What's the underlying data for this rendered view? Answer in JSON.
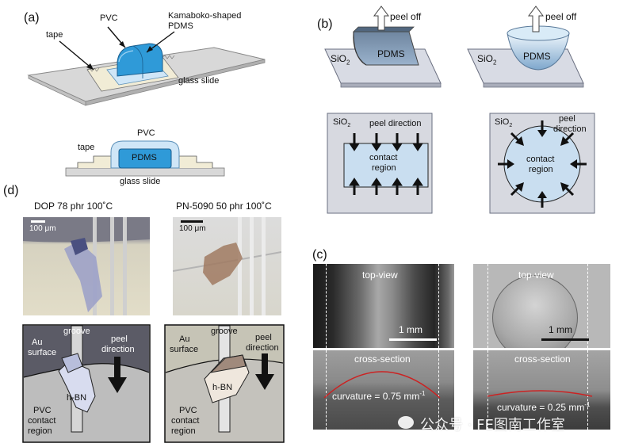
{
  "panel_a": {
    "label": "(a)",
    "pvc": "PVC",
    "kamaboko_line1": "Kamaboko-shaped",
    "kamaboko_line2": "PDMS",
    "tape": "tape",
    "glass_slide": "glass slide",
    "cross_pvc": "PVC",
    "cross_tape": "tape",
    "cross_pdms": "PDMS",
    "cross_glass": "glass slide"
  },
  "panel_b": {
    "label": "(b)",
    "peel_off_left": "peel off",
    "peel_off_right": "peel off",
    "sio2_left": "SiO",
    "sio2_right": "SiO",
    "subscript": "2",
    "pdms_left": "PDMS",
    "pdms_right": "PDMS",
    "box_left": {
      "sio2": "SiO",
      "peel_direction": "peel direction",
      "contact_line1": "contact",
      "contact_line2": "region"
    },
    "box_right": {
      "sio2": "SiO",
      "peel_line1": "peel",
      "peel_line2": "direction",
      "contact_line1": "contact",
      "contact_line2": "region"
    }
  },
  "panel_c": {
    "label": "(c)",
    "top_view_left": "top-view",
    "top_view_right": "top-view",
    "scale_left": "1 mm",
    "scale_right": "1 mm",
    "cross_left": "cross-section",
    "cross_right": "cross-section",
    "curv_left": "curvature = 0.75 mm",
    "curv_right": "curvature = 0.25 mm",
    "curv_sup": "-1"
  },
  "panel_d": {
    "label": "(d)",
    "title_left": "DOP 78 phr 100˚C",
    "title_right": "PN-5090 50 phr 100˚C",
    "scale_left": "100 μm",
    "scale_right": "100 μm",
    "left_schematic": {
      "au_line1": "Au",
      "au_line2": "surface",
      "groove": "groove",
      "peel_line1": "peel",
      "peel_line2": "direction",
      "hbn": "h-BN",
      "pvc_line1": "PVC",
      "pvc_line2": "contact",
      "pvc_line3": "region"
    },
    "right_schematic": {
      "au_line1": "Au",
      "au_line2": "surface",
      "groove": "groove",
      "peel_line1": "peel",
      "peel_line2": "direction",
      "hbn": "h-BN",
      "pvc_line1": "PVC",
      "pvc_line2": "contact",
      "pvc_line3": "region"
    }
  },
  "watermark": "公众号 · FE图南工作室",
  "colors": {
    "pdms_blue": "#2f9ad8",
    "slide_gray": "#d4d4d4",
    "contact_blue": "#c9def0",
    "schematic_dark": "#5b5b66",
    "schematic_light": "#bdbdbd",
    "hbn_left": "#d8dcef",
    "hbn_right": "#a08a7c",
    "curvature_red": "#cc2222"
  }
}
